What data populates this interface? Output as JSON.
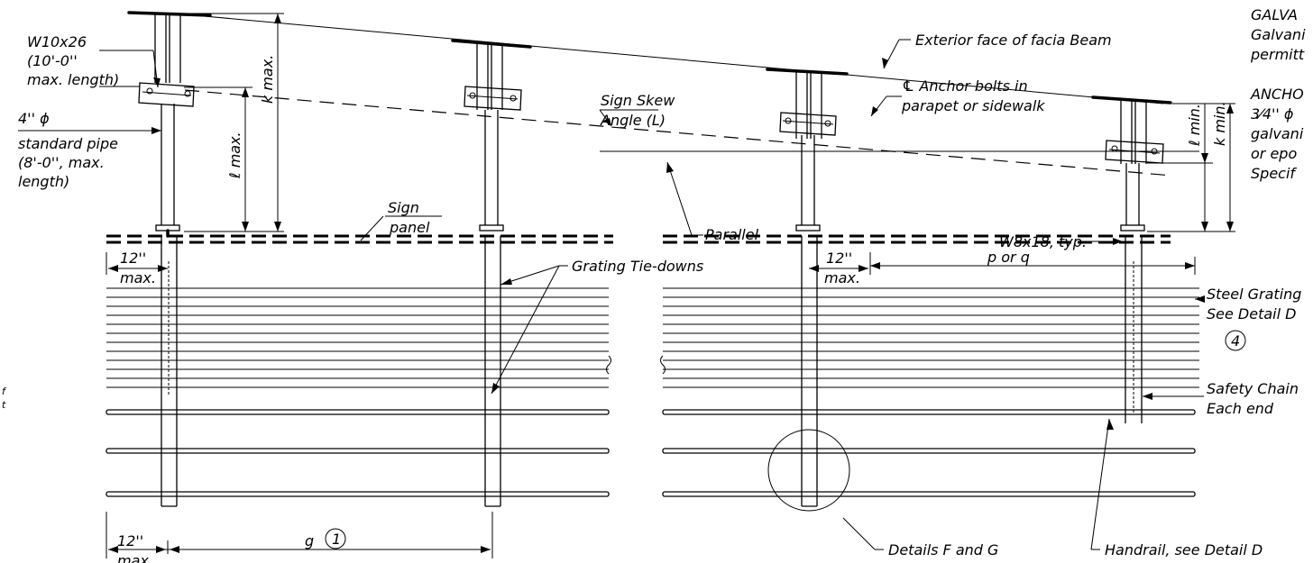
{
  "labels": {
    "beam": "W10x26",
    "beam_len_1": "(10'-0''",
    "beam_len_2": "max. length)",
    "pipe_1": "4'' ϕ",
    "pipe_2": "standard pipe",
    "pipe_3": "(8'-0'', max.",
    "pipe_4": "length)",
    "sign_1": "Sign",
    "sign_2": "panel",
    "skew_1": "Sign Skew",
    "skew_2": "Angle (L)",
    "exterior": "Exterior face of facia Beam",
    "anchor_1": "℄ Anchor bolts in",
    "anchor_2": "parapet or sidewalk",
    "parallel": "Parallel",
    "grating_tiedowns": "Grating Tie-downs",
    "w8x18": "W8x18, typ.",
    "twelve_a": "12''",
    "max_a": "max.",
    "twelve_b": "12''",
    "max_b": "max.",
    "twelve_c": "12''",
    "max_c": "max.",
    "p_or_q": "p or q",
    "g": "g",
    "g_num": "1",
    "steel_1": "Steel Grating",
    "steel_2": "See Detail D",
    "steel_num": "4",
    "chain_1": "Safety Chain",
    "chain_2": "Each end",
    "details_fg": "Details F and G",
    "handrail": "Handrail, see Detail D",
    "k_max": "k max.",
    "l_max": "ℓ max.",
    "l_min": "ℓ min.",
    "k_min": "k min.",
    "galva_1": "GALVA",
    "galva_2": "Galvani",
    "galva_3": "permitt",
    "ancho_1": "ANCHO",
    "ancho_2": "3⁄4'' ϕ",
    "ancho_3": "galvani",
    "ancho_4": "or epo",
    "ancho_5": "Specif",
    "frag_1": "f",
    "frag_2": "t"
  }
}
